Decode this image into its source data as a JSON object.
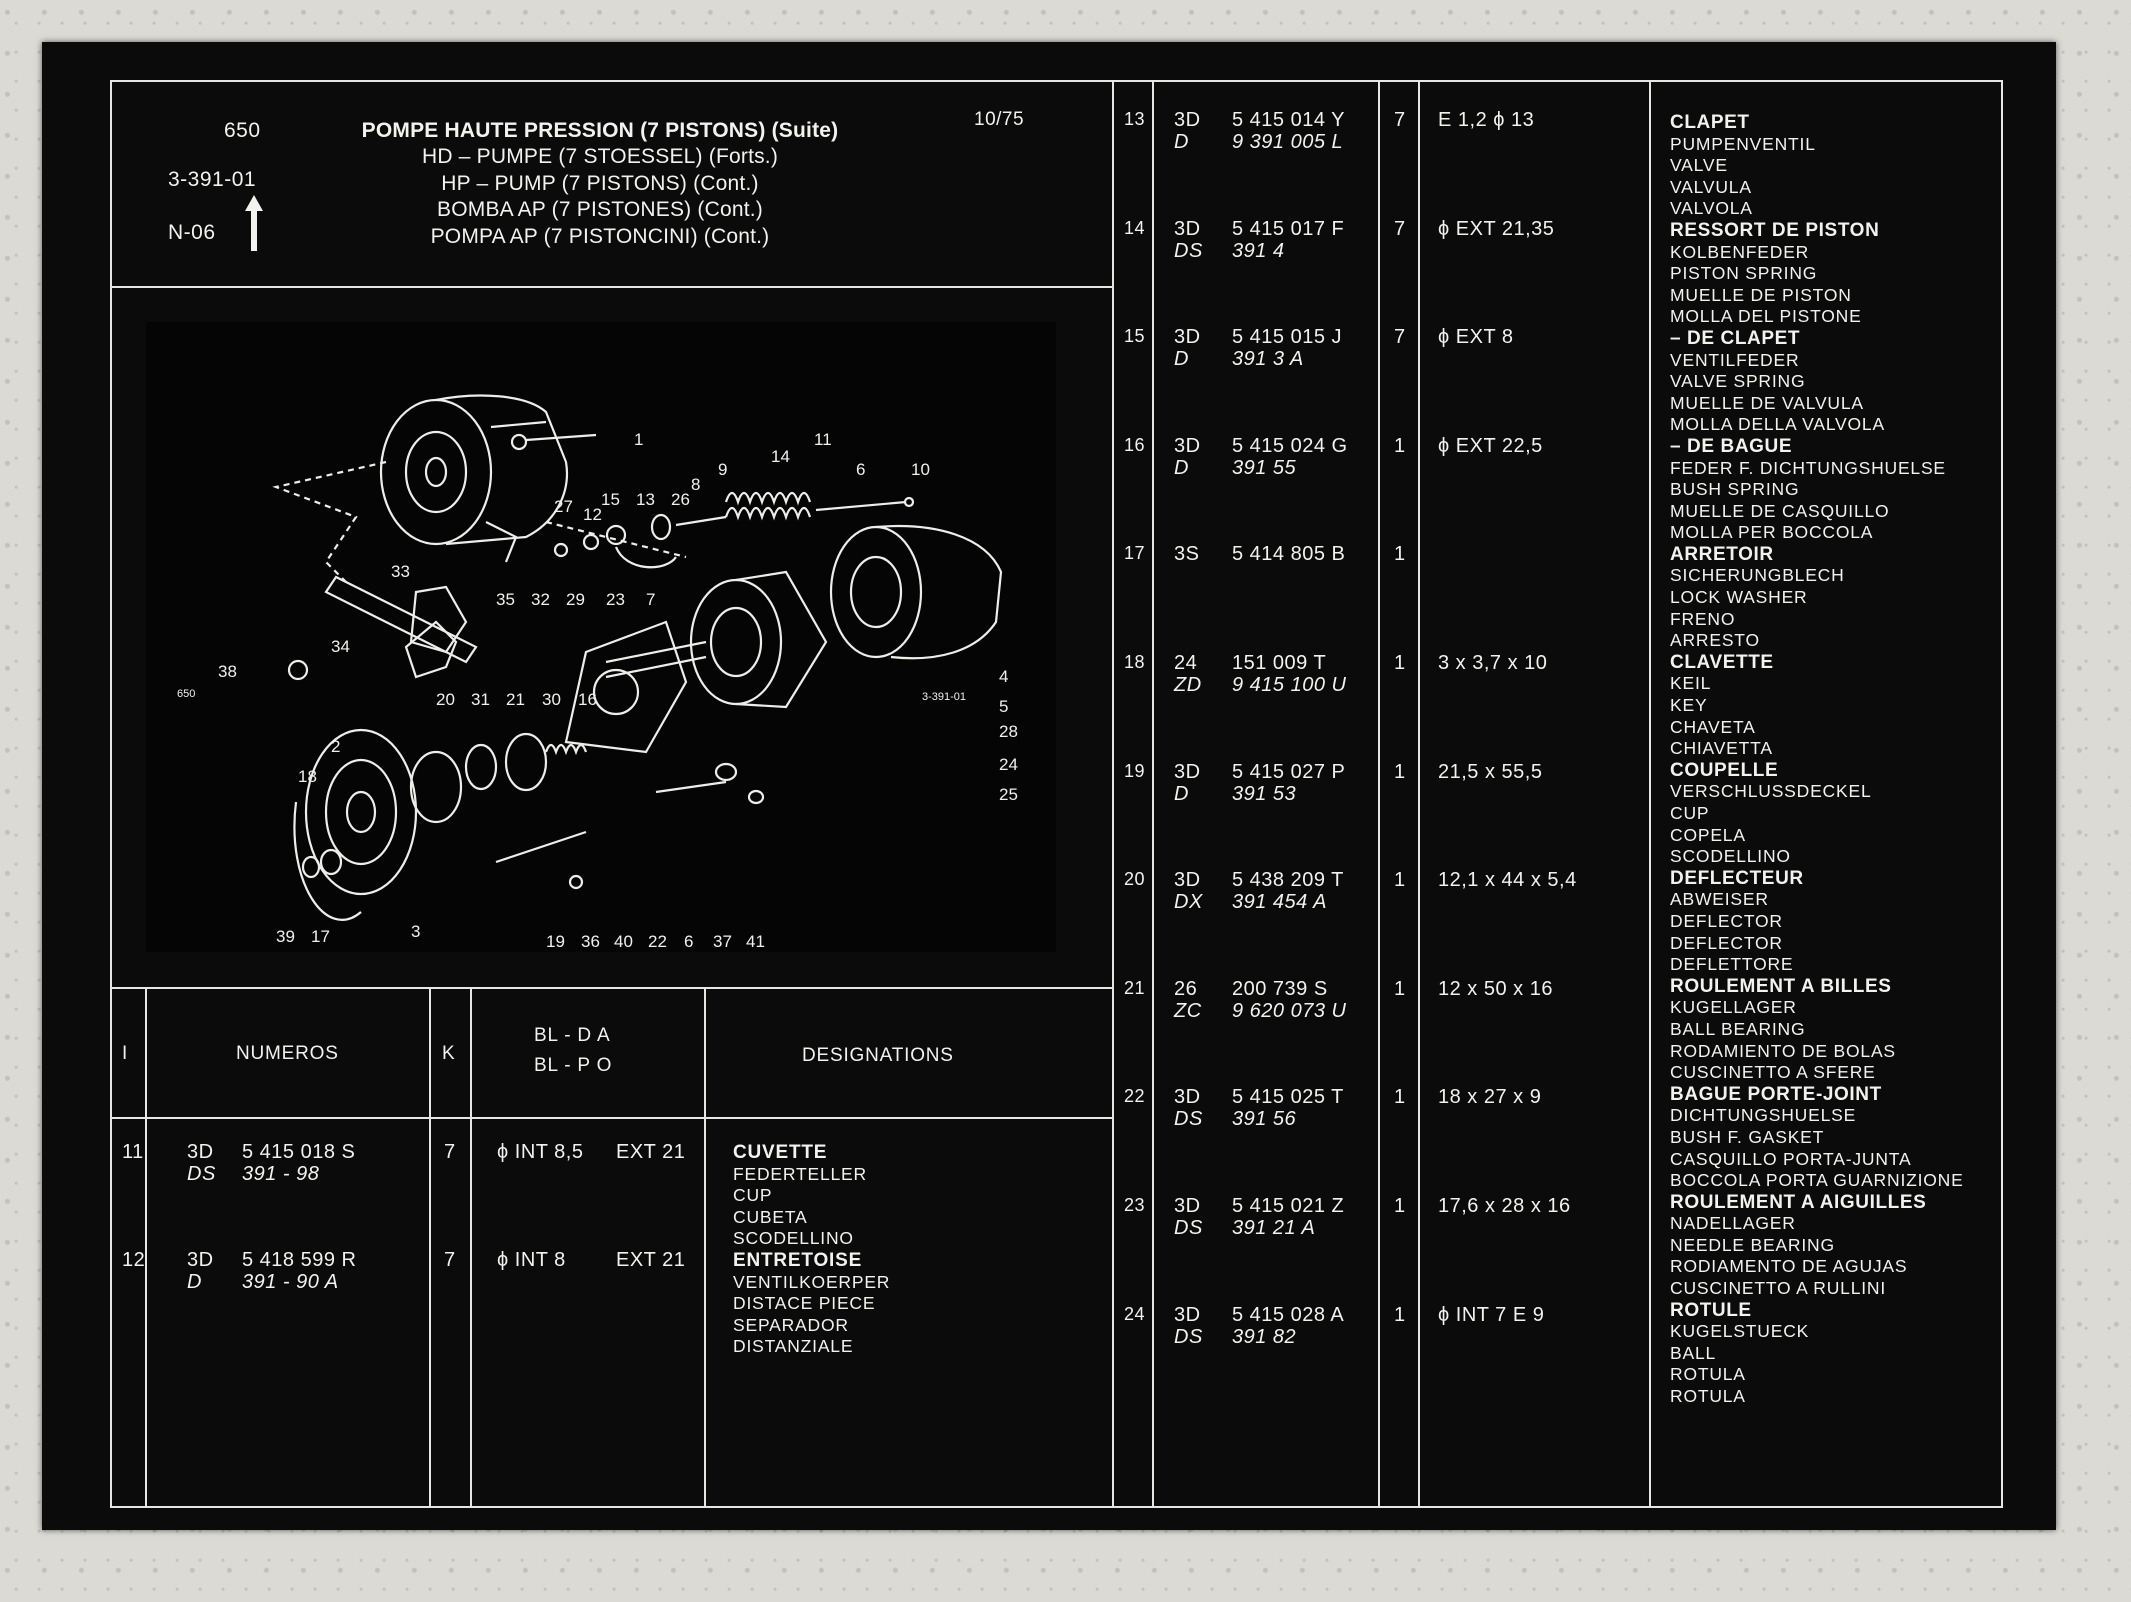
{
  "header": {
    "code_top": "650",
    "code_mid": "3-391-01",
    "code_bot": "N-06",
    "date": "10/75",
    "titles": [
      "POMPE HAUTE PRESSION (7 PISTONS) (Suite)",
      "HD – PUMPE (7 STOESSEL) (Forts.)",
      "HP – PUMP (7 PISTONS) (Cont.)",
      "BOMBA AP (7 PISTONES) (Cont.)",
      "POMPA AP (7 PISTONCINI) (Cont.)"
    ]
  },
  "diagram": {
    "corner_left": "650",
    "corner_right": "3-391-01",
    "callouts": [
      "1",
      "2",
      "3",
      "4",
      "5",
      "6",
      "7",
      "8",
      "9",
      "10",
      "11",
      "12",
      "13",
      "14",
      "15",
      "16",
      "17",
      "18",
      "19",
      "20",
      "21",
      "22",
      "23",
      "24",
      "25",
      "26",
      "27",
      "28",
      "29",
      "30",
      "31",
      "32",
      "33",
      "34",
      "35",
      "36",
      "37",
      "38",
      "39",
      "40",
      "41"
    ]
  },
  "table_header": {
    "col_i": "I",
    "col_numeros": "NUMEROS",
    "col_k": "K",
    "col_bl1": "BL - D A",
    "col_bl2": "BL - P O",
    "col_designations": "DESIGNATIONS"
  },
  "rows_left": [
    {
      "i": "11",
      "ref1": "3D",
      "num1": "5 415 018 S",
      "ref2": "DS",
      "num2": "391 - 98",
      "k": "7",
      "dim1": "ϕ INT 8,5",
      "dim2": "EXT 21",
      "designations": [
        "CUVETTE",
        "FEDERTELLER",
        "CUP",
        "CUBETA",
        "SCODELLINO"
      ]
    },
    {
      "i": "12",
      "ref1": "3D",
      "num1": "5 418 599 R",
      "ref2": "D",
      "num2": "391 - 90 A",
      "k": "7",
      "dim1": "ϕ INT 8",
      "dim2": "EXT 21",
      "designations": [
        "ENTRETOISE",
        "VENTILKOERPER",
        "DISTACE PIECE",
        "SEPARADOR",
        "DISTANZIALE"
      ]
    }
  ],
  "rows_right": [
    {
      "i": "13",
      "ref1": "3D",
      "num1": "5 415 014 Y",
      "ref2": "D",
      "num2": "9 391 005 L",
      "k": "7",
      "dim": "E 1,2 ϕ 13"
    },
    {
      "i": "14",
      "ref1": "3D",
      "num1": "5 415 017 F",
      "ref2": "DS",
      "num2": "391 4",
      "k": "7",
      "dim": "ϕ EXT 21,35"
    },
    {
      "i": "15",
      "ref1": "3D",
      "num1": "5 415 015 J",
      "ref2": "D",
      "num2": "391 3 A",
      "k": "7",
      "dim": "ϕ EXT 8"
    },
    {
      "i": "16",
      "ref1": "3D",
      "num1": "5 415 024 G",
      "ref2": "D",
      "num2": "391 55",
      "k": "1",
      "dim": "ϕ EXT 22,5"
    },
    {
      "i": "17",
      "ref1": "3S",
      "num1": "5 414 805 B",
      "ref2": "",
      "num2": "",
      "k": "1",
      "dim": ""
    },
    {
      "i": "18",
      "ref1": "24",
      "num1": "151 009 T",
      "ref2": "ZD",
      "num2": "9 415 100 U",
      "k": "1",
      "dim": "3 x 3,7 x 10"
    },
    {
      "i": "19",
      "ref1": "3D",
      "num1": "5 415 027 P",
      "ref2": "D",
      "num2": "391 53",
      "k": "1",
      "dim": "21,5 x 55,5"
    },
    {
      "i": "20",
      "ref1": "3D",
      "num1": "5 438 209 T",
      "ref2": "DX",
      "num2": "391 454 A",
      "k": "1",
      "dim": "12,1 x 44 x 5,4"
    },
    {
      "i": "21",
      "ref1": "26",
      "num1": "200 739 S",
      "ref2": "ZC",
      "num2": "9 620 073 U",
      "k": "1",
      "dim": "12 x 50 x 16"
    },
    {
      "i": "22",
      "ref1": "3D",
      "num1": "5 415 025 T",
      "ref2": "DS",
      "num2": "391 56",
      "k": "1",
      "dim": "18 x 27 x 9"
    },
    {
      "i": "23",
      "ref1": "3D",
      "num1": "5 415 021 Z",
      "ref2": "DS",
      "num2": "391 21 A",
      "k": "1",
      "dim": "17,6 x 28 x 16"
    },
    {
      "i": "24",
      "ref1": "3D",
      "num1": "5 415 028 A",
      "ref2": "DS",
      "num2": "391 82",
      "k": "1",
      "dim": "ϕ INT 7 E 9"
    }
  ],
  "designations_right": [
    {
      "text": "CLAPET",
      "bold": true
    },
    {
      "text": "PUMPENVENTIL",
      "bold": false
    },
    {
      "text": "VALVE",
      "bold": false
    },
    {
      "text": "VALVULA",
      "bold": false
    },
    {
      "text": "VALVOLA",
      "bold": false
    },
    {
      "text": "RESSORT DE PISTON",
      "bold": true
    },
    {
      "text": "KOLBENFEDER",
      "bold": false
    },
    {
      "text": "PISTON SPRING",
      "bold": false
    },
    {
      "text": "MUELLE DE PISTON",
      "bold": false
    },
    {
      "text": "MOLLA DEL PISTONE",
      "bold": false
    },
    {
      "text": "– DE CLAPET",
      "bold": true
    },
    {
      "text": "VENTILFEDER",
      "bold": false
    },
    {
      "text": "VALVE SPRING",
      "bold": false
    },
    {
      "text": "MUELLE DE VALVULA",
      "bold": false
    },
    {
      "text": "MOLLA DELLA VALVOLA",
      "bold": false
    },
    {
      "text": "– DE BAGUE",
      "bold": true
    },
    {
      "text": "FEDER F. DICHTUNGSHUELSE",
      "bold": false
    },
    {
      "text": "BUSH SPRING",
      "bold": false
    },
    {
      "text": "MUELLE DE CASQUILLO",
      "bold": false
    },
    {
      "text": "MOLLA PER BOCCOLA",
      "bold": false
    },
    {
      "text": "ARRETOIR",
      "bold": true
    },
    {
      "text": "SICHERUNGBLECH",
      "bold": false
    },
    {
      "text": "LOCK WASHER",
      "bold": false
    },
    {
      "text": "FRENO",
      "bold": false
    },
    {
      "text": "ARRESTO",
      "bold": false
    },
    {
      "text": "CLAVETTE",
      "bold": true
    },
    {
      "text": "KEIL",
      "bold": false
    },
    {
      "text": "KEY",
      "bold": false
    },
    {
      "text": "CHAVETA",
      "bold": false
    },
    {
      "text": "CHIAVETTA",
      "bold": false
    },
    {
      "text": "COUPELLE",
      "bold": true
    },
    {
      "text": "VERSCHLUSSDECKEL",
      "bold": false
    },
    {
      "text": "CUP",
      "bold": false
    },
    {
      "text": "COPELA",
      "bold": false
    },
    {
      "text": "SCODELLINO",
      "bold": false
    },
    {
      "text": "DEFLECTEUR",
      "bold": true
    },
    {
      "text": "ABWEISER",
      "bold": false
    },
    {
      "text": "DEFLECTOR",
      "bold": false
    },
    {
      "text": "DEFLECTOR",
      "bold": false
    },
    {
      "text": "DEFLETTORE",
      "bold": false
    },
    {
      "text": "ROULEMENT A BILLES",
      "bold": true
    },
    {
      "text": "KUGELLAGER",
      "bold": false
    },
    {
      "text": "BALL BEARING",
      "bold": false
    },
    {
      "text": "RODAMIENTO DE BOLAS",
      "bold": false
    },
    {
      "text": "CUSCINETTO A SFERE",
      "bold": false
    },
    {
      "text": "BAGUE PORTE-JOINT",
      "bold": true
    },
    {
      "text": "DICHTUNGSHUELSE",
      "bold": false
    },
    {
      "text": "BUSH F. GASKET",
      "bold": false
    },
    {
      "text": "CASQUILLO PORTA-JUNTA",
      "bold": false
    },
    {
      "text": "BOCCOLA PORTA GUARNIZIONE",
      "bold": false
    },
    {
      "text": "ROULEMENT A AIGUILLES",
      "bold": true
    },
    {
      "text": "NADELLAGER",
      "bold": false
    },
    {
      "text": "NEEDLE BEARING",
      "bold": false
    },
    {
      "text": "RODIAMENTO DE AGUJAS",
      "bold": false
    },
    {
      "text": "CUSCINETTO A RULLINI",
      "bold": false
    },
    {
      "text": "ROTULE",
      "bold": true
    },
    {
      "text": "KUGELSTUECK",
      "bold": false
    },
    {
      "text": "BALL",
      "bold": false
    },
    {
      "text": "ROTULA",
      "bold": false
    },
    {
      "text": "ROTULA",
      "bold": false
    }
  ]
}
